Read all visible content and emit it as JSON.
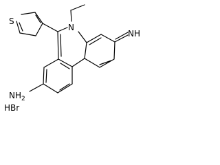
{
  "molecule": {
    "atoms": {
      "sulfur": "S",
      "ring_nitrogen": "N",
      "imine": "NH",
      "amine": "NH",
      "amine_subscript": "2",
      "salt": "HBr"
    },
    "colors": {
      "bond": "#000000",
      "heteroatom_sulfur": "#c8a000",
      "heteroatom_nitrogen": "#3030d0",
      "heteroatom_bromine": "#8b3a1a"
    }
  }
}
